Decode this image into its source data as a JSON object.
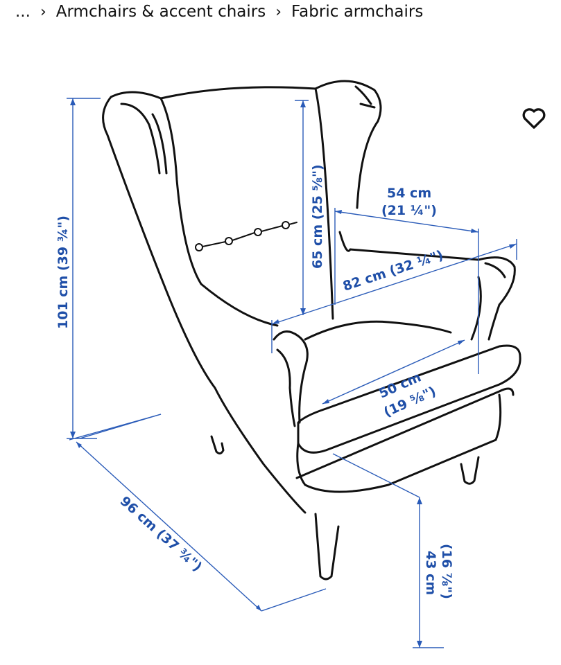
{
  "breadcrumb": {
    "ellipsis": "...",
    "separator": "›",
    "items": [
      {
        "label": "Armchairs & accent chairs"
      },
      {
        "label": "Fabric armchairs"
      }
    ]
  },
  "favorite": {
    "icon": "heart-icon"
  },
  "diagram": {
    "colors": {
      "dimension": "#1f4fa8",
      "outline": "#111111"
    },
    "dimensions": {
      "height": {
        "cm": "101 cm (39 ¾\")"
      },
      "back_height": {
        "cm": "65 cm (25 ⅝\")"
      },
      "seat_width": {
        "cm": "54 cm",
        "in": "(21 ¼\")"
      },
      "width": {
        "cm": "82 cm (32 ¼\")"
      },
      "seat_depth": {
        "cm": "50 cm",
        "in": "(19 ⅝\")"
      },
      "depth": {
        "cm": "96 cm (37 ¾\")"
      },
      "seat_height": {
        "cm": "43 cm",
        "in": "(16 ⅞\")"
      }
    }
  }
}
